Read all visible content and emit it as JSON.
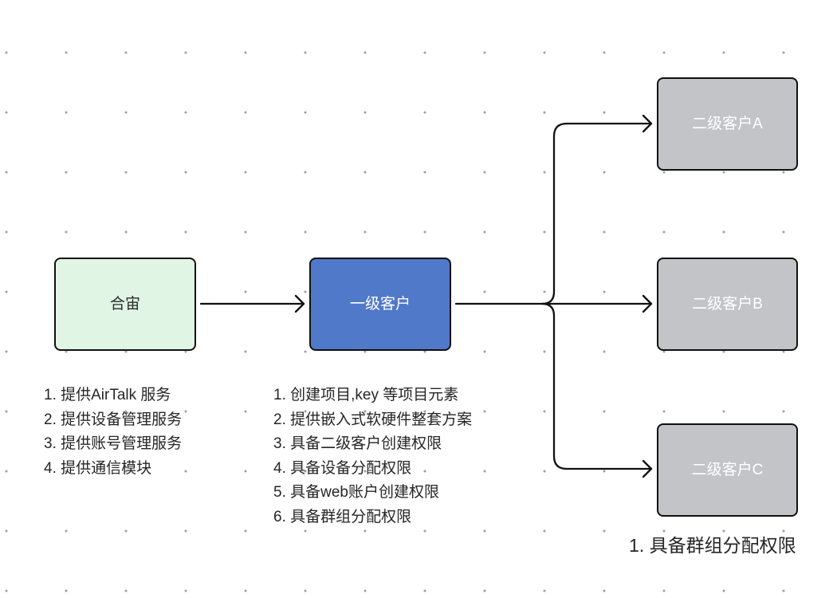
{
  "nodes": {
    "hezhou": {
      "label": "合宙",
      "fill": "#e1f5e4",
      "text_color": "#2b2b2b"
    },
    "primary_customer": {
      "label": "一级客户",
      "fill": "#5079c9",
      "text_color": "#ffffff"
    },
    "secondary_customer_a": {
      "label": "二级客户A",
      "fill": "#c2c4c7",
      "text_color": "#ffffff"
    },
    "secondary_customer_b": {
      "label": "二级客户B",
      "fill": "#c2c4c7",
      "text_color": "#ffffff"
    },
    "secondary_customer_c": {
      "label": "二级客户C",
      "fill": "#c2c4c7",
      "text_color": "#ffffff"
    }
  },
  "notes": {
    "hezhou": [
      "1. 提供AirTalk 服务",
      "2. 提供设备管理服务",
      "3. 提供账号管理服务",
      "4. 提供通信模块"
    ],
    "primary_customer": [
      "1. 创建项目,key 等项目元素",
      "2. 提供嵌入式软硬件整套方案",
      "3. 具备二级客户创建权限",
      "4. 具备设备分配权限",
      "5. 具备web账户创建权限",
      "6. 具备群组分配权限"
    ],
    "secondary_customer_c": [
      "1. 具备群组分配权限"
    ]
  },
  "colors": {
    "outline": "#111111",
    "grid_dot": "#9f9f9f",
    "note_text": "#262626"
  }
}
